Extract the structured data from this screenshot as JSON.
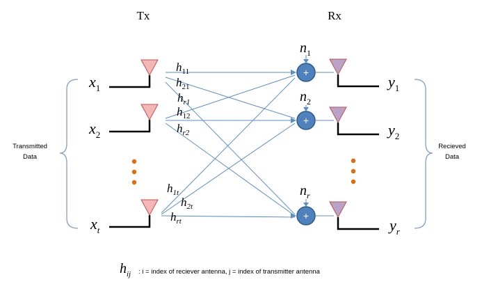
{
  "header": {
    "tx_label": "Tx",
    "rx_label": "Rx"
  },
  "inputs": {
    "x1": {
      "base": "x",
      "sub": "1"
    },
    "x2": {
      "base": "x",
      "sub": "2"
    },
    "xt": {
      "base": "x",
      "sub": "t"
    }
  },
  "outputs": {
    "y1": {
      "base": "y",
      "sub": "1"
    },
    "y2": {
      "base": "y",
      "sub": "2"
    },
    "yr": {
      "base": "y",
      "sub": "r"
    }
  },
  "noise": {
    "n1": {
      "base": "n",
      "sub": "1"
    },
    "n2": {
      "base": "n",
      "sub": "2"
    },
    "nr": {
      "base": "n",
      "sub": "r"
    }
  },
  "channels": {
    "h11": {
      "base": "h",
      "sub": "11"
    },
    "h21": {
      "base": "h",
      "sub": "21"
    },
    "hr1": {
      "base": "h",
      "sub": "r1"
    },
    "h12": {
      "base": "h",
      "sub": "12"
    },
    "hr2": {
      "base": "h",
      "sub": "r2"
    },
    "h1t": {
      "base": "h",
      "sub": "1t"
    },
    "h2t": {
      "base": "h",
      "sub": "2t"
    },
    "hrt": {
      "base": "h",
      "sub": "rt"
    }
  },
  "adder_symbol": "+",
  "side_labels": {
    "transmitted_line1": "Transmitted",
    "transmitted_line2": "Data",
    "received_line1": "Recieved",
    "received_line2": "Data"
  },
  "legend": {
    "symbol_base": "h",
    "symbol_sub": "ij",
    "text": ": i = index of reciever antenna, j = index of transmitter  antenna"
  },
  "colors": {
    "channel_line": "#5b8fc7",
    "adder_fill": "#4f81bd",
    "adder_stroke": "#2e5c8a",
    "tx_antenna_fill": "#f4b6b6",
    "tx_antenna_stroke": "#c0504d",
    "rx_antenna_fill": "#b9a3c8",
    "rx_antenna_stroke": "#c0504d",
    "ellipsis_dot": "#e36c0a",
    "bracket": "#7f9fc8"
  }
}
